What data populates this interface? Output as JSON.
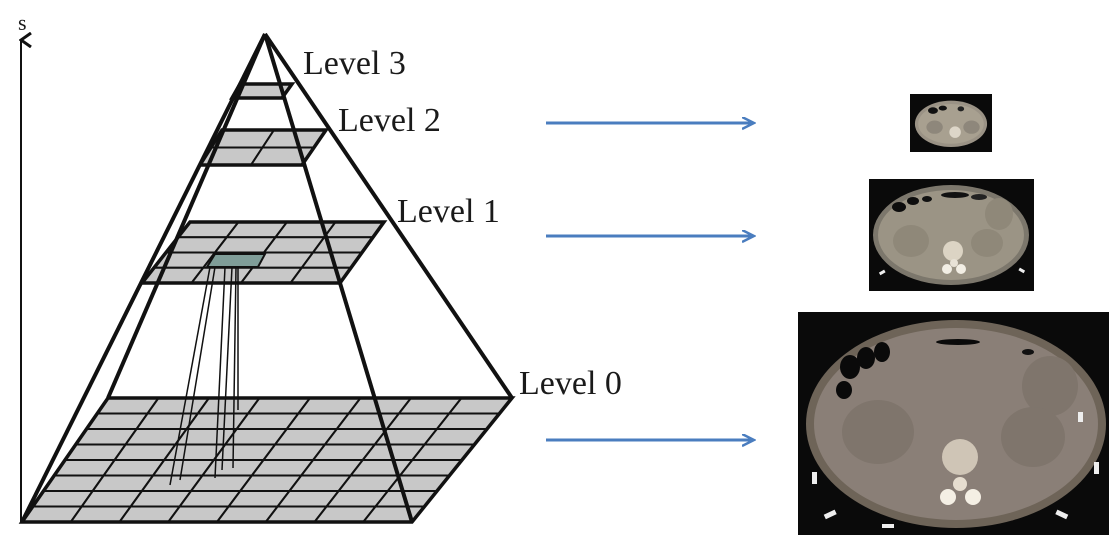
{
  "axis": {
    "label": "s"
  },
  "levels": [
    {
      "label": "Level 3"
    },
    {
      "label": "Level 2"
    },
    {
      "label": "Level 1"
    },
    {
      "label": "Level 0"
    }
  ],
  "colors": {
    "arrow": "#4a7dbf",
    "grid_fill": "#c8c8c8",
    "grid_line": "#111111",
    "highlight_cell": "#7f9d98",
    "ct_body": "#8a7f77",
    "ct_background": "#0a0a0a"
  },
  "images": [
    {
      "name": "ct-slice-level-2",
      "description_icon": "ct-scan-small-icon"
    },
    {
      "name": "ct-slice-level-1",
      "description_icon": "ct-scan-medium-icon"
    },
    {
      "name": "ct-slice-level-0",
      "description_icon": "ct-scan-large-icon"
    }
  ]
}
